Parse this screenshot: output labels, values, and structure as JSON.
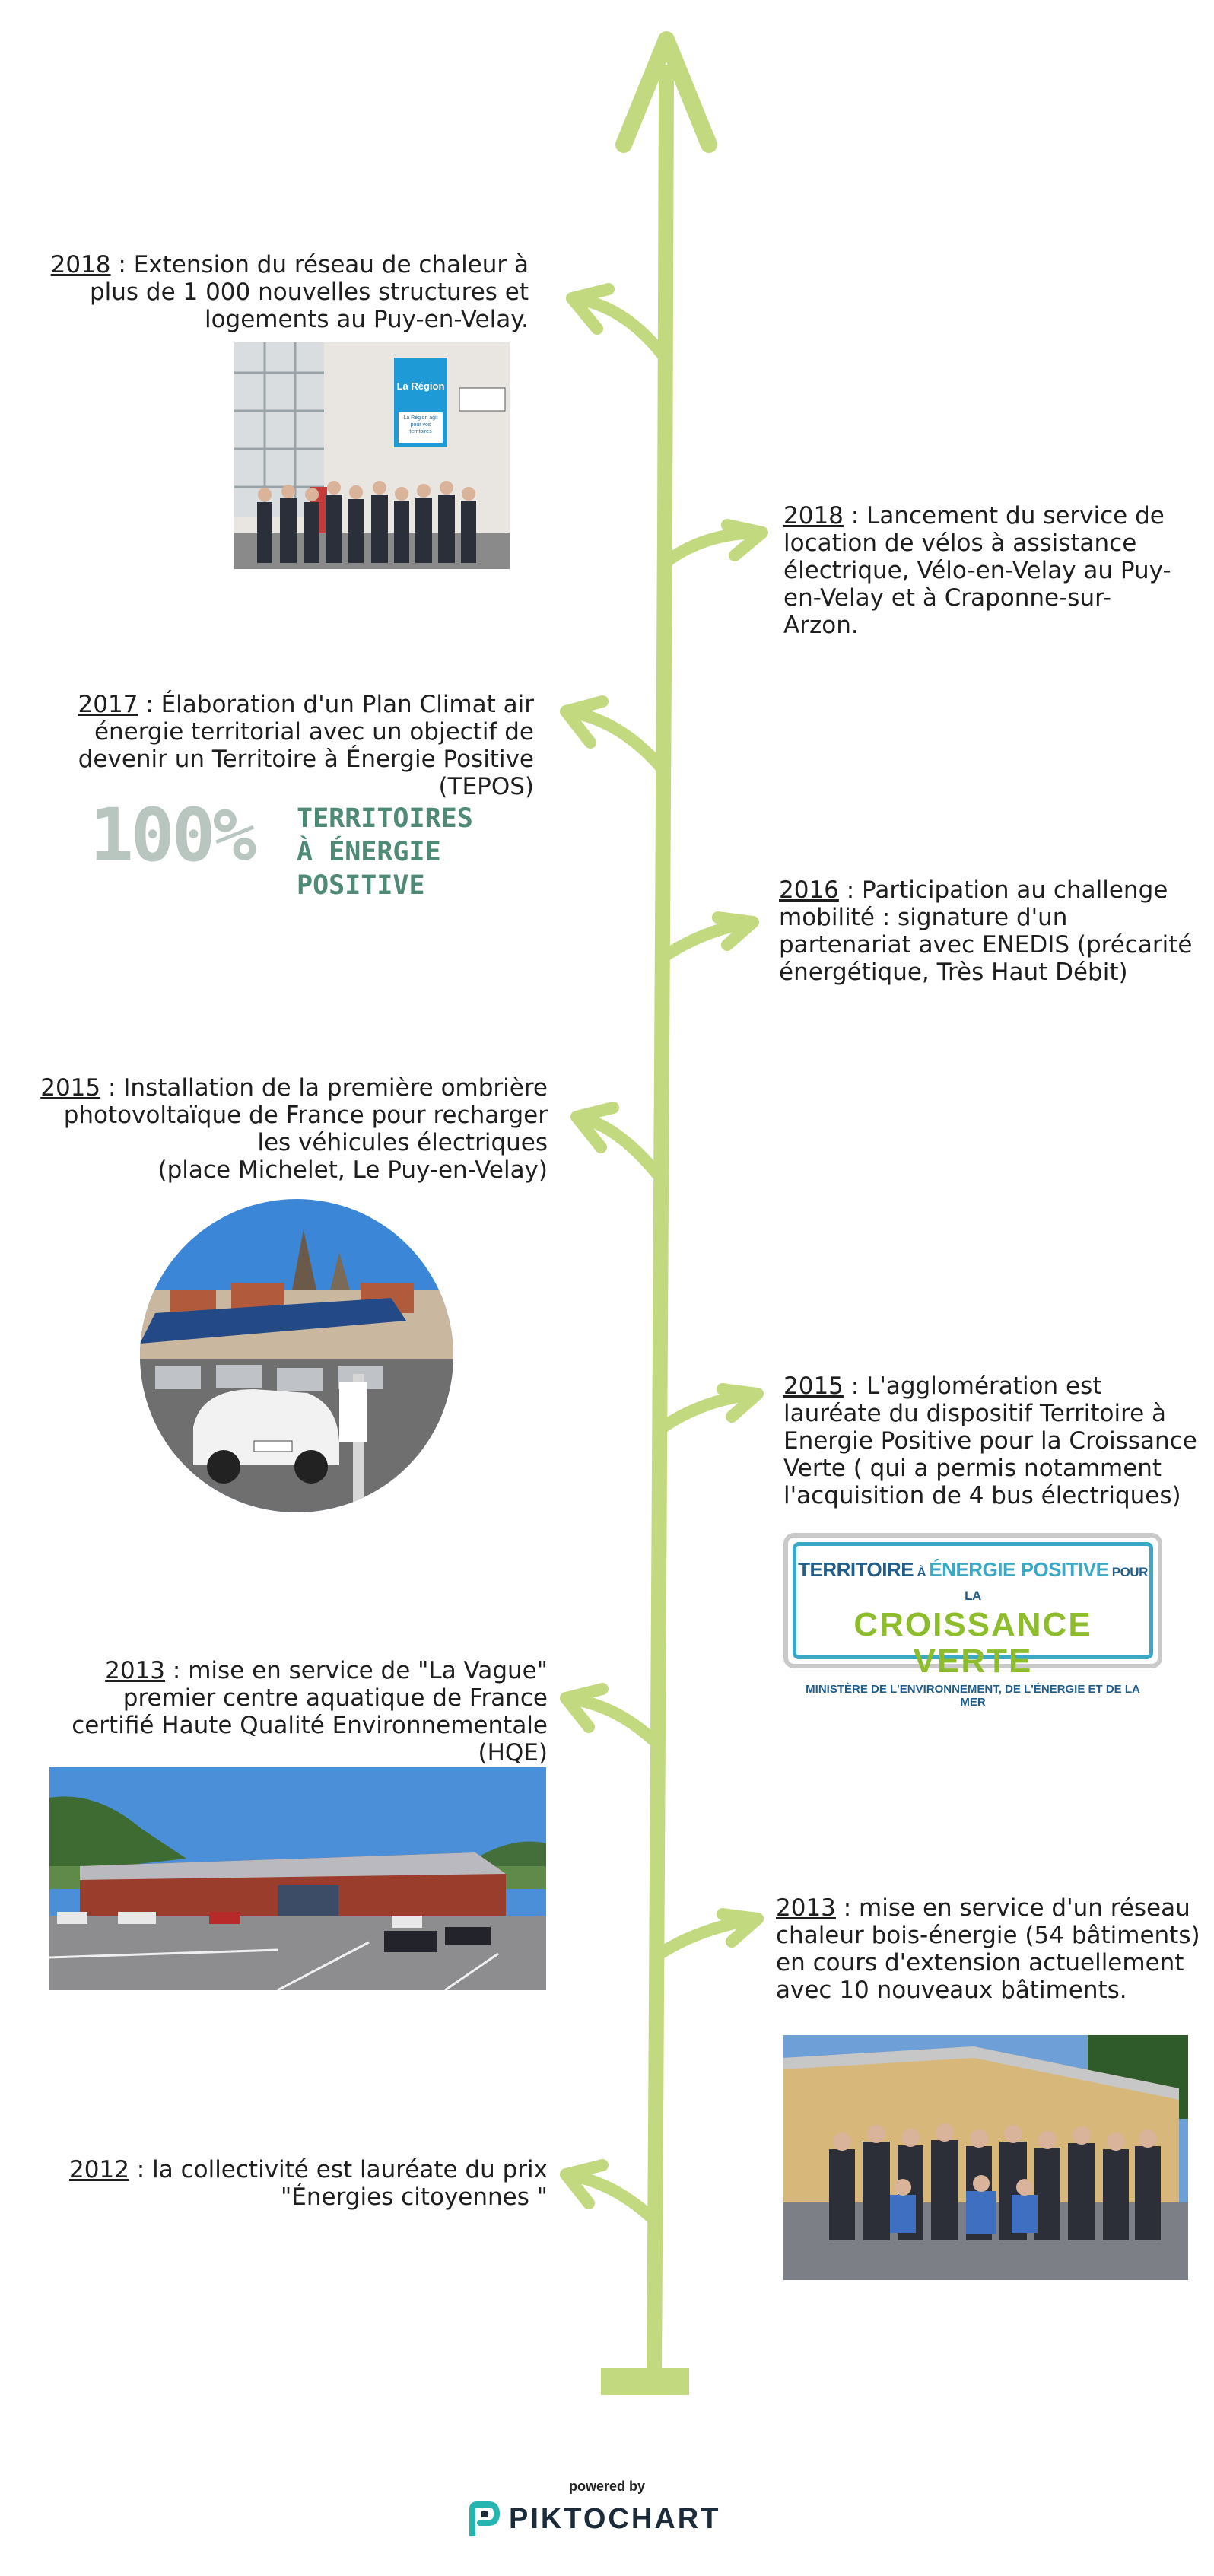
{
  "colors": {
    "timeline_green": "#c3d97f",
    "text": "#1e1e1e",
    "tepos_grey": "#b9c6c0",
    "tepos_green": "#4e8a76",
    "tev_blue": "#1f5d8c",
    "tev_cyan": "#3aa9c7",
    "tev_green": "#8dbd2c",
    "pikto_teal": "#27b5b0",
    "pikto_dark": "#1c2b3a"
  },
  "entries": [
    {
      "id": "2018-chaleur",
      "year": "2018",
      "text": " : Extension du réseau de chaleur à plus de 1 000 nouvelles structures et logements au Puy-en-Velay."
    },
    {
      "id": "2018-velo",
      "year": "2018",
      "text": " :  Lancement du service de location de vélos à assistance électrique, Vélo-en-Velay au Puy-en-Velay et à Craponne-sur-Arzon."
    },
    {
      "id": "2017-climat",
      "year": "2017",
      "text": " : Élaboration d'un Plan Climat air énergie territorial avec un objectif de devenir un Territoire à  Énergie Positive (TEPOS)"
    },
    {
      "id": "2016-mobilite",
      "year": "2016",
      "text": " : Participation au challenge mobilité : signature d'un partenariat avec ENEDIS (précarité énergétique, Très  Haut Débit)"
    },
    {
      "id": "2015-ombriere",
      "year": "2015",
      "text": " : Installation de la première ombrière photovoltaïque de France pour recharger les véhicules électriques ",
      "extra": "(place Michelet, Le Puy-en-Velay)"
    },
    {
      "id": "2015-tepcv",
      "year": "2015",
      "text": " : L'agglomération est lauréate du dispositif Territoire à Energie Positive pour la Croissance Verte ( qui a permis notamment l'acquisition de 4 bus électriques)"
    },
    {
      "id": "2013-vague",
      "year": "2013",
      "text": " : mise en service de \"La Vague\" premier centre aquatique de France certifié Haute Qualité Environnementale (HQE)"
    },
    {
      "id": "2013-bois",
      "year": "2013",
      "text": " : mise en service d'un réseau chaleur bois-énergie (54 bâtiments) en cours d'extension actuellement avec 10 nouveaux bâtiments."
    },
    {
      "id": "2012-prix",
      "year": "2012",
      "text": " : la collectivité est lauréate du prix \"Énergies citoyennes \""
    }
  ],
  "logos": {
    "tepos": {
      "big": "100%",
      "line1": "TERRITOIRES",
      "line2": "À ÉNERGIE POSITIVE"
    },
    "tepcv": {
      "l1a": "TERRITOIRE",
      "l1b": " À ",
      "l1c": "ÉNERGIE POSITIVE",
      "l1d": " POUR LA",
      "l2": "CROISSANCE VERTE",
      "l3": "MINISTÈRE DE L'ENVIRONNEMENT, DE L'ÉNERGIE ET DE LA MER"
    },
    "region_sign": {
      "title": "La Région",
      "subtitle": "La Région agit pour vos territoires"
    }
  },
  "footer": {
    "powered": "powered by",
    "brand": "PIKTOCHART"
  }
}
